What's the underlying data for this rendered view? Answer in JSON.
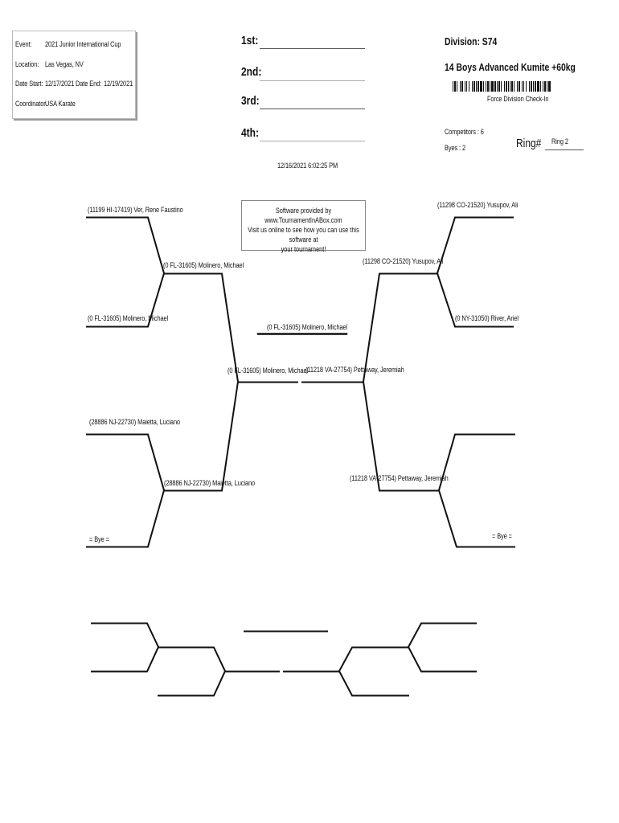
{
  "event_info": {
    "event_label": "Event:",
    "event_value": "2021 Junior International Cup",
    "location_label": "Location:",
    "location_value": "Las Vegas, NV",
    "date_start_label": "Date Start:",
    "date_start_value": "12/17/2021",
    "date_end_label": "Date End:",
    "date_end_value": "12/19/2021",
    "coordinator_label": "Coordinator",
    "coordinator_value": "USA Karate"
  },
  "placements": {
    "first_label": "1st:",
    "second_label": "2nd:",
    "third_label": "3rd:",
    "fourth_label": "4th:",
    "first_value": "",
    "second_value": "",
    "third_value": "",
    "fourth_value": ""
  },
  "timestamp": "12/16/2021 6:02:25 PM",
  "division": {
    "code": "Division: S74",
    "name": "14 Boys Advanced Kumite +60kg",
    "barcode_caption": "Force Division Check-In",
    "competitors": "Competitors : 6",
    "byes": "Byes : 2",
    "ring_label": "Ring#",
    "ring_value": "Ring 2"
  },
  "software_notice": {
    "line1": "Software provided by www.TournamentInABox.com",
    "line2": "Visit us online to see how you can use this software at",
    "line3": "your tournament!"
  },
  "bracket": {
    "left": {
      "round1": [
        "(11199 HI-17419) Ver, Rene Faustino",
        "(0 FL-31605) Molinero, Michael",
        "(28886 NJ-22730) Maietta, Luciano",
        "= Bye ="
      ],
      "round2": [
        "(0 FL-31605) Molinero, Michael",
        "(28886 NJ-22730) Maietta, Luciano"
      ],
      "semifinal": "(0 FL-31605) Molinero, Michael"
    },
    "right": {
      "round1": [
        "(11298 CO-21520) Yusupov, Ali",
        "(0 NY-31050) River, Ariel",
        "",
        "= Bye ="
      ],
      "round2": [
        "(11298 CO-21520) Yusupov, Ali",
        "(11218 VA-27754) Pettaway, Jeremiah"
      ],
      "semifinal": "(11218 VA-27754) Pettaway, Jeremiah"
    },
    "final_winner": "(0 FL-31605) Molinero, Michael"
  }
}
